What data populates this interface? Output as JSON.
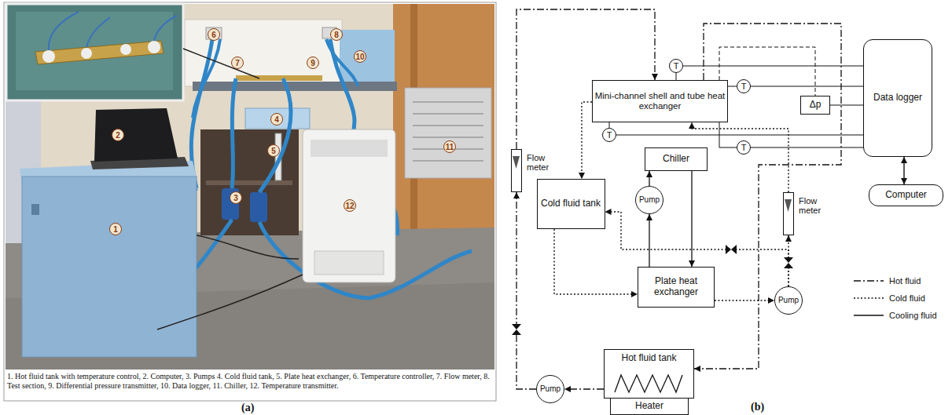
{
  "diagram": {
    "nodes": [
      {
        "text": [
          "Mini-channel shell and tube heat exchanger"
        ]
      },
      {
        "text": [
          "T"
        ]
      },
      {
        "text": [
          "T"
        ]
      },
      {
        "text": [
          "T"
        ]
      },
      {
        "text": [
          "T"
        ]
      },
      {
        "text": [
          "Δp"
        ]
      },
      {
        "text": [
          "Data logger"
        ]
      },
      {
        "text": [
          "Computer"
        ]
      },
      {
        "text": [
          "Flow meter"
        ]
      },
      {
        "text": [
          "Chiller"
        ]
      },
      {
        "text": [
          "Pump"
        ]
      },
      {
        "text": [
          "Flow meter"
        ]
      },
      {
        "text": [
          "Cold fluid tank"
        ]
      },
      {
        "text": [
          "Plate heat exchanger"
        ]
      },
      {
        "text": [
          "Pump"
        ]
      },
      {
        "text": [
          "Hot fluid tank"
        ]
      },
      {
        "text": [
          "Heater"
        ]
      },
      {
        "text": [
          "Pump"
        ]
      }
    ],
    "edges": [
      {
        "from": 15,
        "to": 17,
        "arrow": "to"
      },
      {
        "from": 17,
        "to": 8,
        "arrow": "to"
      },
      {
        "from": 8,
        "to": 0,
        "arrow": "to"
      },
      {
        "from": 0,
        "to": 15,
        "arrow": "to"
      },
      {
        "from": 0,
        "to": 12,
        "arrow": "to"
      },
      {
        "from": 12,
        "to": 13,
        "arrow": "to"
      },
      {
        "from": 13,
        "to": 14,
        "arrow": "to"
      },
      {
        "from": 14,
        "to": 11,
        "arrow": "to"
      },
      {
        "from": 11,
        "to": 0,
        "arrow": "to"
      },
      {
        "from": 14,
        "to": 12,
        "arrow": "to"
      },
      {
        "from": 10,
        "to": 9,
        "arrow": "to"
      },
      {
        "from": 9,
        "to": 13,
        "arrow": "to"
      },
      {
        "from": 13,
        "to": 10,
        "arrow": "to"
      },
      {
        "from": 1,
        "to": 0,
        "arrow": "none"
      },
      {
        "from": 2,
        "to": 0,
        "arrow": "none"
      },
      {
        "from": 3,
        "to": 0,
        "arrow": "none"
      },
      {
        "from": 4,
        "to": 0,
        "arrow": "none"
      },
      {
        "from": 1,
        "to": 6,
        "arrow": "none"
      },
      {
        "from": 3,
        "to": 6,
        "arrow": "none"
      },
      {
        "from": 2,
        "to": 6,
        "arrow": "none"
      },
      {
        "from": 4,
        "to": 6,
        "arrow": "none"
      },
      {
        "from": 5,
        "to": 6,
        "arrow": "none"
      },
      {
        "from": 6,
        "to": 7,
        "arrow": "both"
      },
      {
        "from": 0,
        "to": 5,
        "arrow": "none"
      }
    ],
    "labels": [
      "1",
      "2",
      "3",
      "4",
      "5",
      "6",
      "7",
      "8",
      "9",
      "10",
      "11",
      "12",
      "1. Hot fluid tank with temperature control, 2. Computer, 3. Pumps 4. Cold fluid tank, 5. Plate heat exchanger, 6. Temperature controller, 7. Flow meter, 8. Test section, 9. Differential pressure transmitter, 10. Data logger, 11. Chiller, 12. Temperature transmitter.",
      "(a)",
      "(b)"
    ],
    "legend": [
      {
        "text": "Hot fluid"
      },
      {
        "text": "Cold fluid"
      },
      {
        "text": "Cooling fluid"
      }
    ]
  }
}
